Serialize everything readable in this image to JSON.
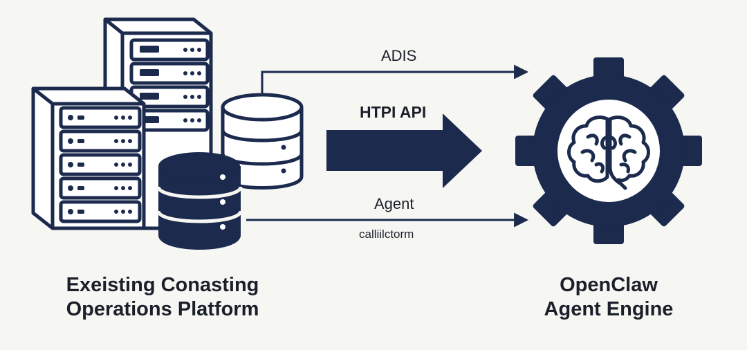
{
  "colors": {
    "navy": "#1b2a4d",
    "outline": "#1b2a4d",
    "fill_light": "#ffffff",
    "background": "#f6f6f3",
    "text": "#1b1f2a"
  },
  "connections": {
    "top_label": "ADIS",
    "middle_label": "HTPI API",
    "bottom_label_upper": "Agent",
    "bottom_label_lower": "calliilctorm"
  },
  "platform": {
    "title_line1": "Exeisting Conasting",
    "title_line2": "Operations Platform"
  },
  "engine": {
    "title_line1": "OpenClaw",
    "title_line2": "Agent Engine"
  },
  "icons": [
    "server-rack-icon",
    "database-icon",
    "gear-icon",
    "brain-icon",
    "arrow-icon"
  ]
}
